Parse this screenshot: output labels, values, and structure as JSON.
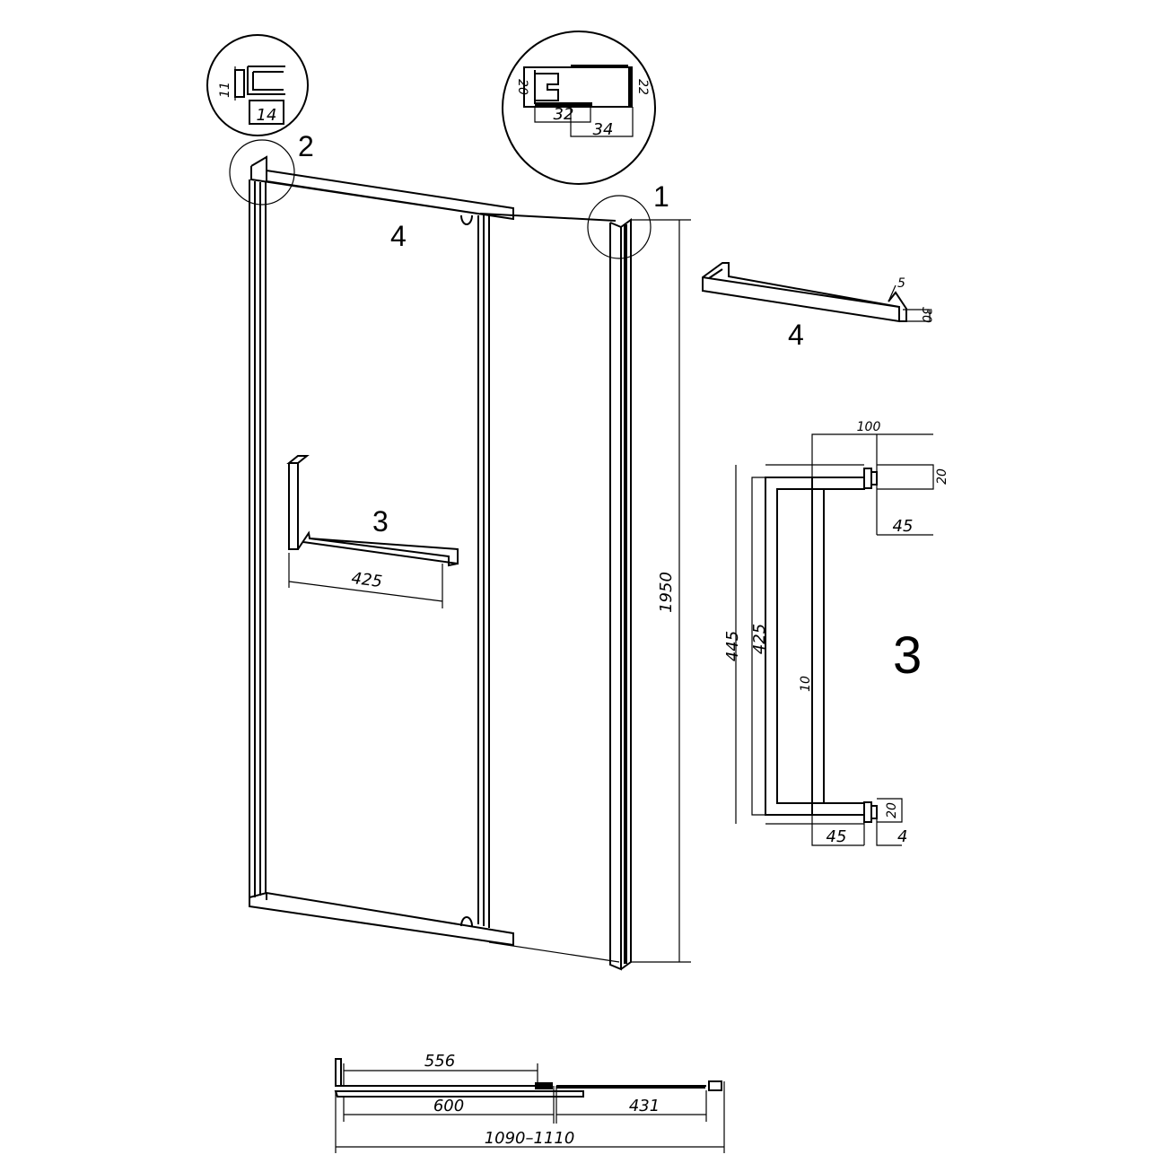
{
  "callouts": {
    "c1": "1",
    "c2": "2",
    "c3": "3",
    "c4": "4",
    "c4_detail": "4",
    "c3_detail": "3"
  },
  "detail_2": {
    "height": "11",
    "width": "14"
  },
  "detail_1": {
    "left_height": "20",
    "right_height": "22",
    "width_a": "32",
    "width_b": "34"
  },
  "detail_4": {
    "angle": "5",
    "height": "30"
  },
  "door": {
    "height": "1950",
    "handle_length": "425"
  },
  "handle_detail": {
    "top_width": "100",
    "top_block_height": "20",
    "top_offset": "45",
    "overall_length": "445",
    "inner_length": "425",
    "bar_thickness": "10",
    "bottom_offset": "45",
    "bottom_block_height": "20",
    "bottom_gap": "4"
  },
  "plan": {
    "door_width": "556",
    "door_panel": "600",
    "fixed_panel": "431",
    "total_range": "1090–1110"
  }
}
